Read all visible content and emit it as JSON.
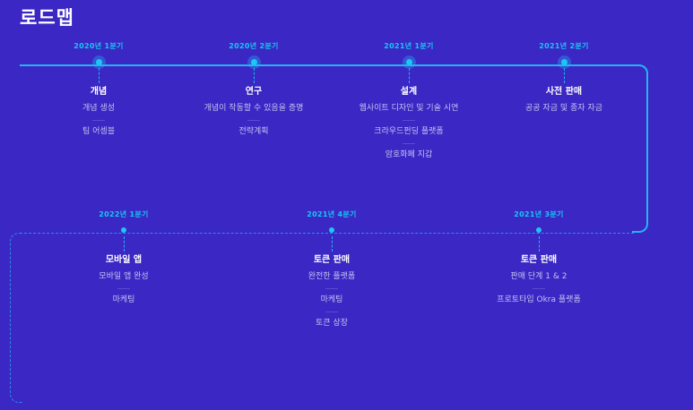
{
  "page": {
    "title": "로드맵"
  },
  "colors": {
    "background": "#3a27c4",
    "accent": "#22b6f2",
    "date_text": "#18c7f2",
    "item_text": "#c6c2f2"
  },
  "milestones_top": [
    {
      "date": "2020년 1분기",
      "heading": "개념",
      "items": [
        "개념 생성",
        "팀 어셈블"
      ]
    },
    {
      "date": "2020년 2분기",
      "heading": "연구",
      "items": [
        "개념이 작동할 수 있음을 증명",
        "전략계획"
      ]
    },
    {
      "date": "2021년 1분기",
      "heading": "설계",
      "items": [
        "웹사이트 디자인 및 기술 시연",
        "크라우드펀딩 플랫폼",
        "암호화폐 지갑"
      ]
    },
    {
      "date": "2021년 2분기",
      "heading": "사전 판매",
      "items": [
        "공공 자금 및 종자 자금"
      ]
    }
  ],
  "milestones_bottom": [
    {
      "date": "2022년 1분기",
      "heading": "모바일 앱",
      "items": [
        "모바일 앱 완성",
        "마케팅"
      ]
    },
    {
      "date": "2021년 4분기",
      "heading": "토큰 판매",
      "items": [
        "완전한 플랫폼",
        "마케팅",
        "토큰 상장"
      ]
    },
    {
      "date": "2021년 3분기",
      "heading": "토큰 판매",
      "items": [
        "판매 단계 1 & 2",
        "프로토타입 Okra 플랫폼"
      ]
    }
  ]
}
